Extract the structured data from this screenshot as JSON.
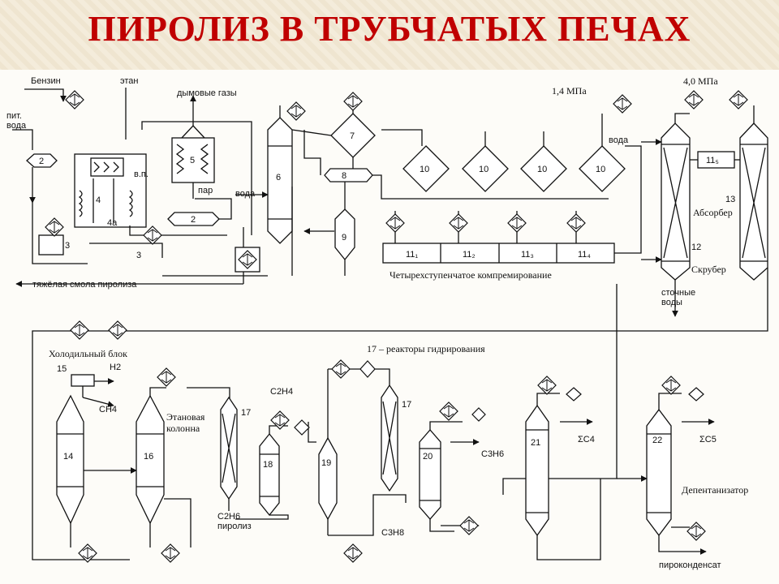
{
  "title": "ПИРОЛИЗ В ТРУБЧАТЫХ ПЕЧАХ",
  "streams": {
    "benzin": "Бензин",
    "ethane": "этан",
    "flue_gas": "дымовые газы",
    "feed_water_1": "пит.",
    "feed_water_2": "вода",
    "steam": "пар",
    "water_6": "вода",
    "water_11": "вода",
    "vp": "в.п.",
    "heavy_tar": "тяжёлая смола пиролиза",
    "waste_water_1": "сточные",
    "waste_water_2": "воды",
    "h2": "H2",
    "ch4": "CH4",
    "c2h4": "C2H4",
    "c2h6": "C2H6",
    "pyrolysis": "пиролиз",
    "c3h6": "C3H6",
    "c3h8": "C3H8",
    "sum_c4": "ΣC4",
    "sum_c5": "ΣC5",
    "pyrocondensate": "пироконденсат"
  },
  "pressures": {
    "p1": "1,4 МПа",
    "p2": "4,0 МПа"
  },
  "captions": {
    "compression": "Четырехступенчатое компремирование",
    "absorber": "Абсорбер",
    "scrubber": "Скрубер",
    "cold_block": "Холодильный блок",
    "hydro_reactors": "17 – реакторы гидрирования",
    "ethane_col_1": "Этановая",
    "ethane_col_2": "колонна",
    "depentanizer": "Депентанизатор"
  },
  "equipment": {
    "n2a": "2",
    "n2b": "2",
    "n3a": "3",
    "n3b": "3",
    "n4": "4",
    "n4a": "4а",
    "n5": "5",
    "n6": "6",
    "n7": "7",
    "n8": "8",
    "n9": "9",
    "n10a": "10",
    "n10b": "10",
    "n10c": "10",
    "n10d": "10",
    "n11_1": "11₁",
    "n11_2": "11₂",
    "n11_3": "11₃",
    "n11_4": "11₄",
    "n11_5": "11₅",
    "n12": "12",
    "n13": "13",
    "n14": "14",
    "n15": "15",
    "n16": "16",
    "n17a": "17",
    "n17b": "17",
    "n18": "18",
    "n19": "19",
    "n20": "20",
    "n21": "21",
    "n22": "22"
  }
}
